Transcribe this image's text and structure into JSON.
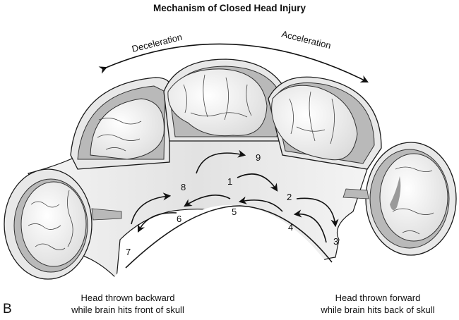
{
  "title": "Mechanism of Closed Head Injury",
  "panel_label": "B",
  "motion_labels": {
    "left": "Deceleration",
    "right": "Acceleration"
  },
  "captions": {
    "left": [
      "Head thrown backward",
      "while brain hits front of skull"
    ],
    "right": [
      "Head thrown forward",
      "while brain hits back of skull"
    ]
  },
  "sequence_numbers": [
    "1",
    "2",
    "3",
    "4",
    "5",
    "6",
    "7",
    "8",
    "9"
  ],
  "colors": {
    "outline": "#1a1a1a",
    "skull_fill": "#e8e8e8",
    "dura_fill": "#b9b9b9",
    "brain_fill": "#f2f2f2",
    "bruise": "#9a9a9a",
    "background_gradient": "#e4e4e4"
  }
}
